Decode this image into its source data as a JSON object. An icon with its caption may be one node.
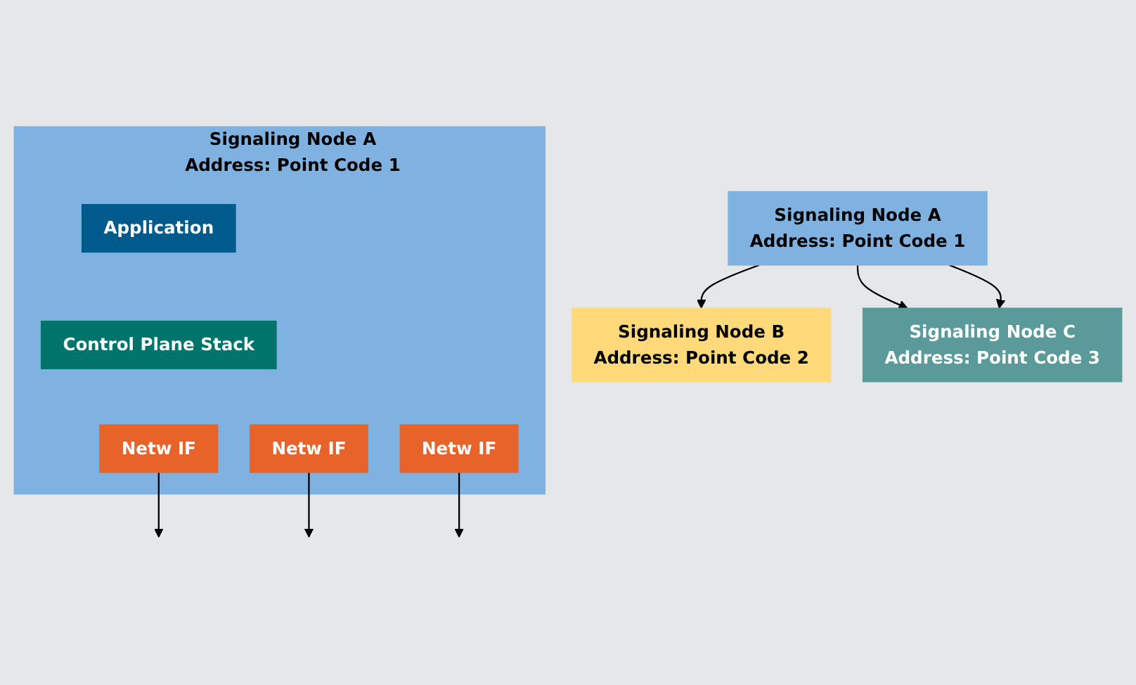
{
  "diagram": {
    "nodes": [
      {
        "text": [
          "Signaling Node A",
          "Address: Point Code 1"
        ]
      },
      {
        "text": [
          "Application"
        ],
        "in": 0
      },
      {
        "text": [
          "Control Plane Stack"
        ],
        "in": 0
      },
      {
        "text": [
          "Netw IF"
        ],
        "in": 0
      },
      {
        "text": [
          "Netw IF"
        ],
        "in": 0
      },
      {
        "text": [
          "Netw IF"
        ],
        "in": 0
      },
      {
        "text": [
          "Signaling Node A",
          "Address: Point Code 1"
        ]
      },
      {
        "text": [
          "Signaling Node B",
          "Address: Point Code 2"
        ]
      },
      {
        "text": [
          "Signaling Node C",
          "Address: Point Code 3"
        ]
      }
    ],
    "edges": [
      {
        "from": 6,
        "to": 7,
        "arrow": "to"
      },
      {
        "from": 6,
        "to": 8,
        "arrow": "to"
      },
      {
        "from": 6,
        "to": 8,
        "arrow": "to"
      },
      {
        "from": 3,
        "to": null,
        "arrow": "to"
      },
      {
        "from": 4,
        "to": null,
        "arrow": "to"
      },
      {
        "from": 5,
        "to": null,
        "arrow": "to"
      }
    ]
  }
}
